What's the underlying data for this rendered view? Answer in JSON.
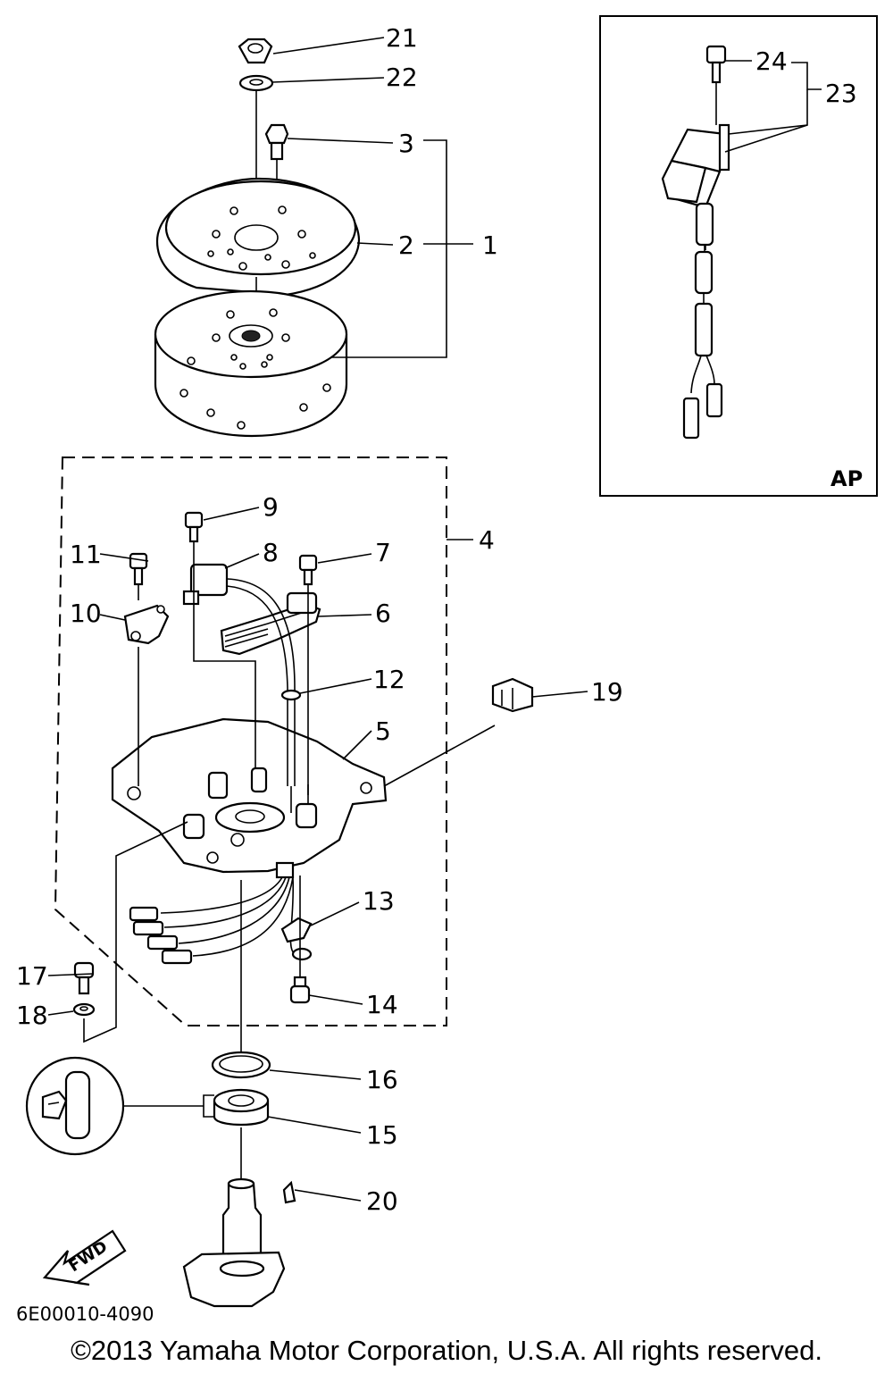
{
  "callouts": {
    "c1": "1",
    "c2": "2",
    "c3": "3",
    "c4": "4",
    "c5": "5",
    "c6": "6",
    "c7": "7",
    "c8": "8",
    "c9": "9",
    "c10": "10",
    "c11": "11",
    "c12": "12",
    "c13": "13",
    "c14": "14",
    "c15": "15",
    "c16": "16",
    "c17": "17",
    "c18": "18",
    "c19": "19",
    "c20": "20",
    "c21": "21",
    "c22": "22",
    "c23": "23",
    "c24": "24"
  },
  "inset_label": "AP",
  "fwd_label": "FWD",
  "diagram_code": "6E00010-4090",
  "copyright": "©2013 Yamaha Motor Corporation, U.S.A. All rights reserved."
}
